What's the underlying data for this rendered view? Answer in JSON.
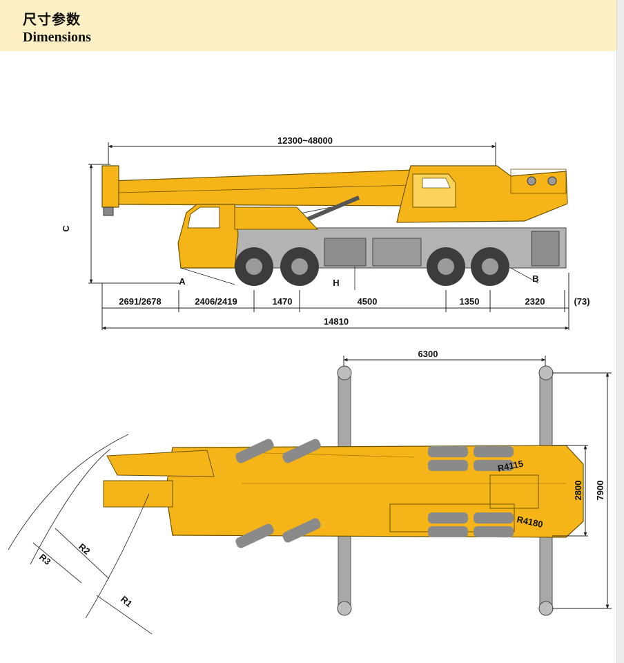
{
  "header": {
    "title_zh": "尺寸参数",
    "title_en": "Dimensions"
  },
  "side_view": {
    "overall_boom_length": "12300~48000",
    "height_label": "C",
    "point_a": "A",
    "point_b": "B",
    "point_h": "H",
    "segments": [
      "2691/2678",
      "2406/2419",
      "1470",
      "4500",
      "1350",
      "2320",
      "(73)"
    ],
    "total_length": "14810"
  },
  "top_view": {
    "outrigger_longitudinal": "6300",
    "outrigger_span": "7900",
    "chassis_width": "2800",
    "turning_radius_front": "R4115",
    "turning_radius_rear": "R4180",
    "radius_labels": [
      "R1",
      "R2",
      "R3"
    ]
  },
  "colors": {
    "header_bg": "#fdf0c4",
    "crane_yellow": "#f5b417",
    "crane_outline": "#6b5200",
    "chassis_grey": "#b4b4b4",
    "tire_dark": "#3c3c3c"
  }
}
